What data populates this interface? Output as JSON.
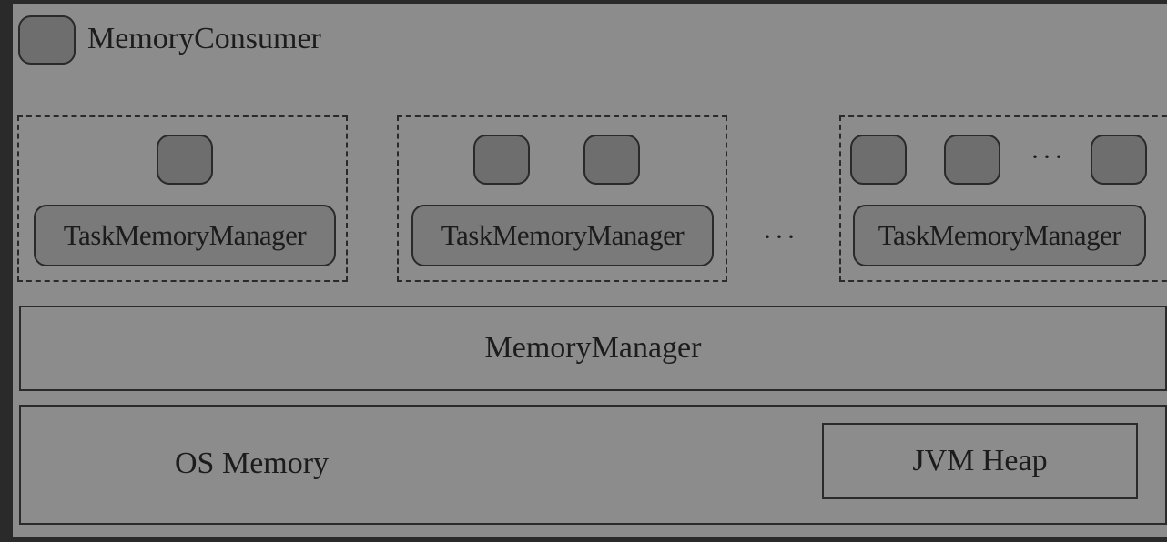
{
  "legend": {
    "label": "MemoryConsumer"
  },
  "task_groups": [
    {
      "manager_label": "TaskMemoryManager",
      "consumers": 1
    },
    {
      "manager_label": "TaskMemoryManager",
      "consumers": 2
    },
    {
      "manager_label": "TaskMemoryManager",
      "consumers": 3,
      "ellipsis": "···"
    }
  ],
  "between_groups_ellipsis": "···",
  "memory_manager": {
    "label": "MemoryManager"
  },
  "os_memory": {
    "label": "OS Memory"
  },
  "jvm_heap": {
    "label": "JVM Heap"
  },
  "colors": {
    "background": "#8c8c8c",
    "consumer_fill": "#6e6e6e",
    "manager_fill": "#7a7a7a",
    "stroke": "#2a2a2a"
  }
}
